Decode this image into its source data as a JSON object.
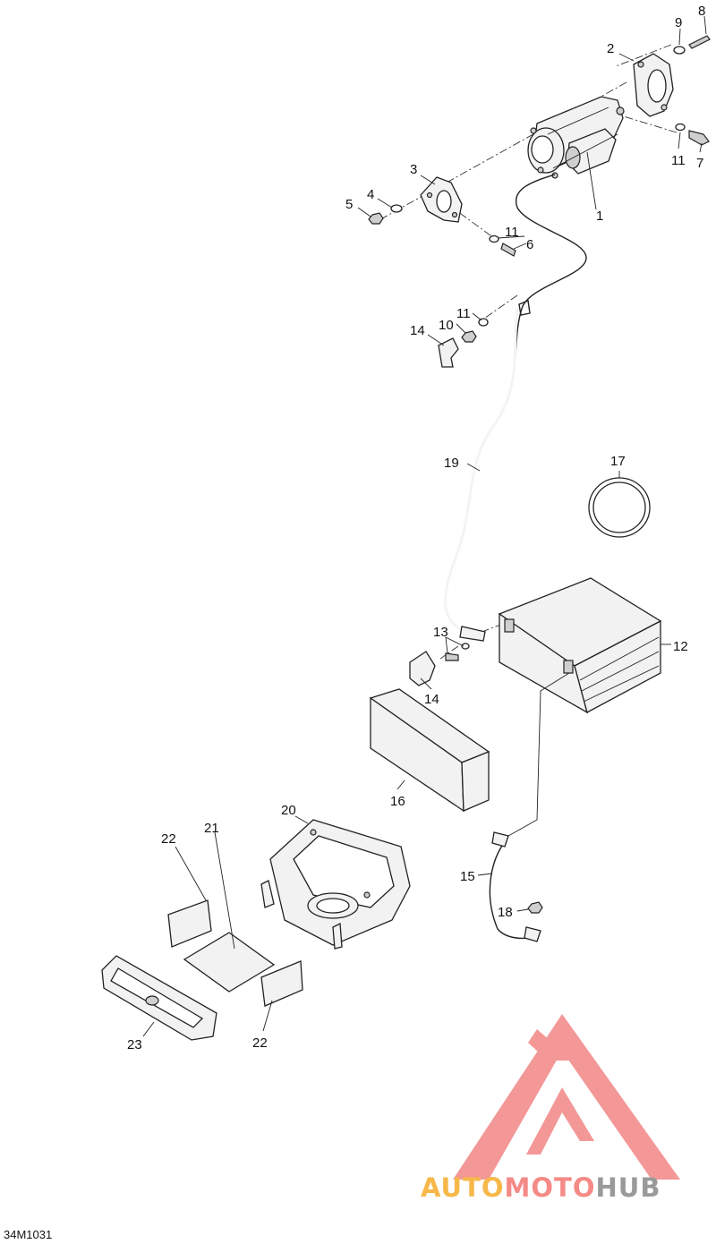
{
  "diagram": {
    "reference_code": "34M1031",
    "callouts": [
      {
        "id": "c1",
        "label": "1"
      },
      {
        "id": "c2",
        "label": "2"
      },
      {
        "id": "c3",
        "label": "3"
      },
      {
        "id": "c4",
        "label": "4"
      },
      {
        "id": "c5",
        "label": "5"
      },
      {
        "id": "c6",
        "label": "6"
      },
      {
        "id": "c7",
        "label": "7"
      },
      {
        "id": "c8",
        "label": "8"
      },
      {
        "id": "c9",
        "label": "9"
      },
      {
        "id": "c10",
        "label": "10"
      },
      {
        "id": "c11a",
        "label": "11"
      },
      {
        "id": "c11b",
        "label": "11"
      },
      {
        "id": "c11c",
        "label": "11"
      },
      {
        "id": "c12",
        "label": "12"
      },
      {
        "id": "c13",
        "label": "13"
      },
      {
        "id": "c14a",
        "label": "14"
      },
      {
        "id": "c14b",
        "label": "14"
      },
      {
        "id": "c15",
        "label": "15"
      },
      {
        "id": "c16",
        "label": "16"
      },
      {
        "id": "c17",
        "label": "17"
      },
      {
        "id": "c18",
        "label": "18"
      },
      {
        "id": "c19",
        "label": "19"
      },
      {
        "id": "c20",
        "label": "20"
      },
      {
        "id": "c21",
        "label": "21"
      },
      {
        "id": "c22a",
        "label": "22"
      },
      {
        "id": "c22b",
        "label": "22"
      },
      {
        "id": "c23",
        "label": "23"
      }
    ]
  },
  "watermark": {
    "part_auto": "AUTO",
    "part_moto": "MOTO",
    "part_hub": "HUB",
    "colors": {
      "auto": "#f7b84a",
      "moto": "#f58a86",
      "hub": "#9a9a9a",
      "triangle": "#f28c8c"
    }
  }
}
